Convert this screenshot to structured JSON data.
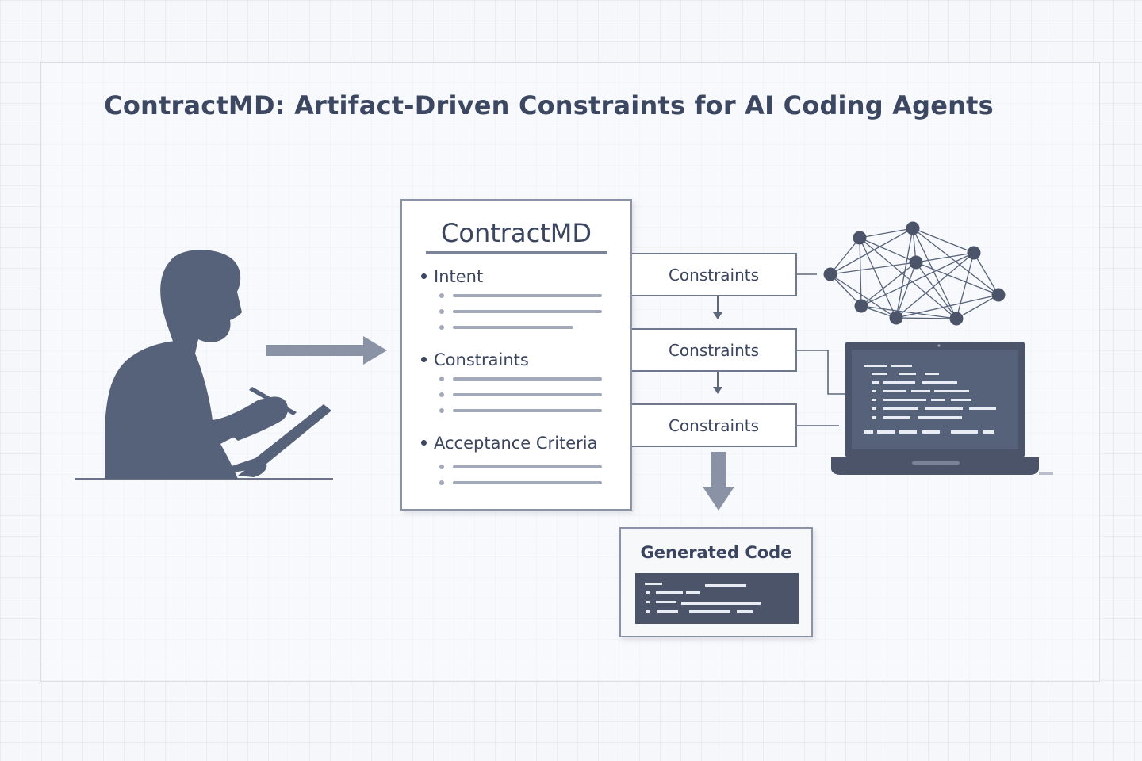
{
  "title": "ContractMD: Artifact-Driven Constraints for AI Coding Agents",
  "document": {
    "title": "ContractMD",
    "sections": [
      {
        "label": "Intent"
      },
      {
        "label": "Constraints"
      },
      {
        "label": "Acceptance Criteria"
      }
    ]
  },
  "constraint_boxes": [
    {
      "label": "Constraints"
    },
    {
      "label": "Constraints"
    },
    {
      "label": "Constraints"
    }
  ],
  "output": {
    "title": "Generated Code"
  },
  "icons": {
    "person": "person-writing-silhouette-icon",
    "network": "neural-network-icon",
    "laptop": "laptop-code-icon",
    "arrow": "arrow-icon"
  },
  "colors": {
    "ink": "#3b4560",
    "silhouette": "#56627a",
    "line": "#6f788c",
    "muted": "#a2a9b8",
    "code_bg": "#4b5468"
  }
}
